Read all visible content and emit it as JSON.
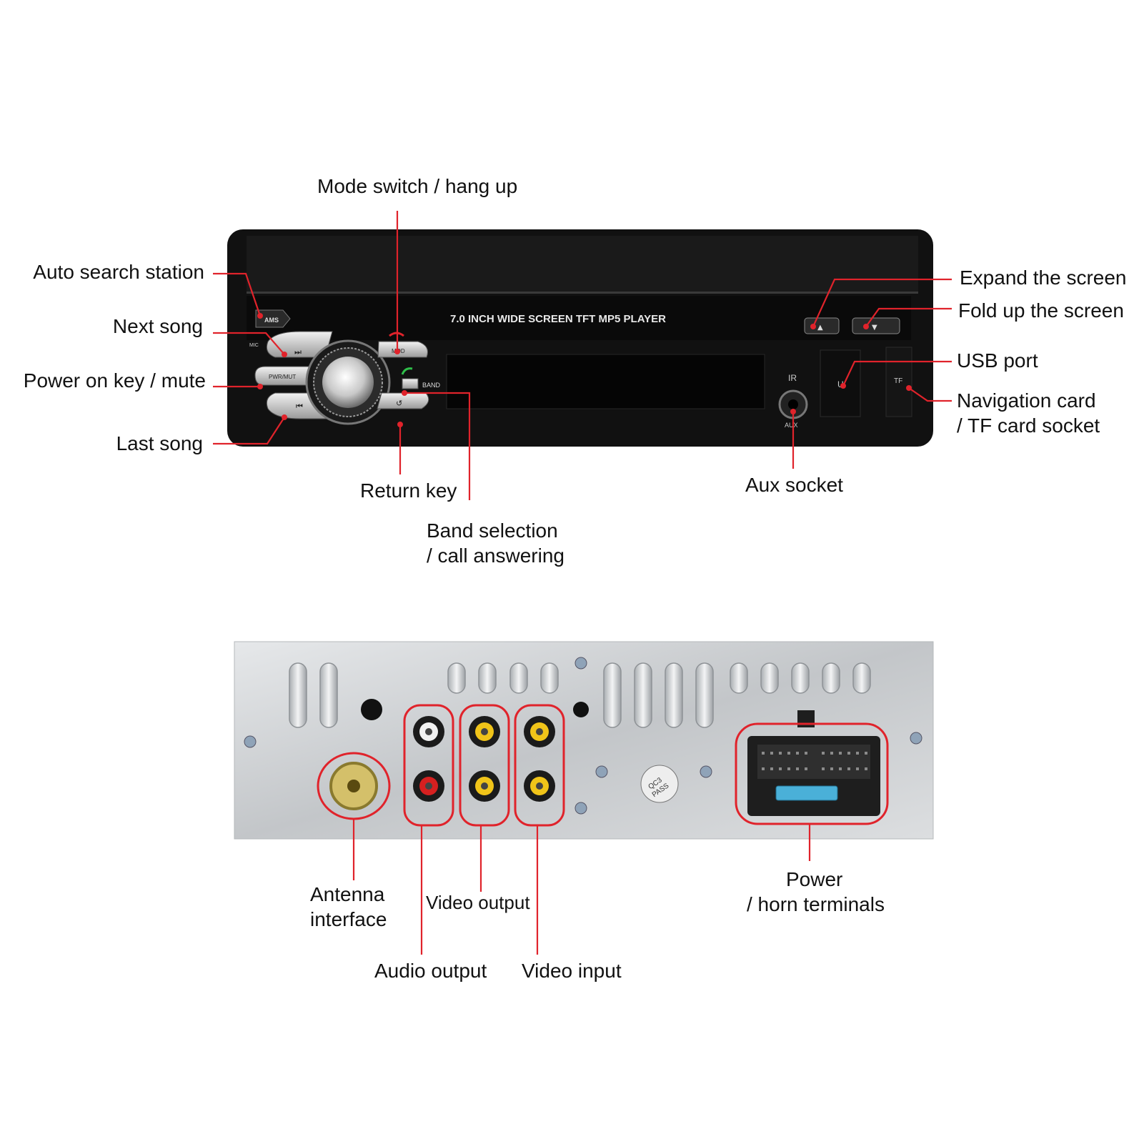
{
  "colors": {
    "leader": "#e0232b",
    "panel_black": "#0d0d0d",
    "metal": "#c9cccf",
    "rca_white": "#f2f2f2",
    "rca_red": "#d62020",
    "rca_yellow": "#f0c419"
  },
  "front_panel": {
    "title": "7.0 INCH WIDE SCREEN TFT  MP5  PLAYER",
    "buttons": {
      "ams": "AMS",
      "pwr_mut": "PWR/MUT",
      "band": "BAND",
      "mic": "MIC",
      "ir": "IR",
      "aux": "AUX",
      "tf": "TF",
      "usb": "U",
      "next": "⏭",
      "prev": "⏮",
      "mode": "MOD",
      "up": "▲",
      "down": "▼"
    },
    "labels": {
      "mode_switch": "Mode switch / hang up",
      "auto_search": "Auto search station",
      "next_song": "Next song",
      "power_mute": "Power on key / mute",
      "last_song": "Last song",
      "return_key": "Return key",
      "band_selection": [
        "Band selection",
        "/ call answering"
      ],
      "expand_screen": "Expand the screen",
      "fold_screen": "Fold up the screen",
      "usb_port": "USB port",
      "navigation_card": [
        "Navigation card",
        "/ TF card socket"
      ],
      "aux_socket": "Aux socket"
    }
  },
  "rear_panel": {
    "sticker": [
      "QC3",
      "PASS"
    ],
    "labels": {
      "antenna": [
        "Antenna",
        "interface"
      ],
      "video_output": "Video output",
      "audio_output": "Audio output",
      "video_input": "Video input",
      "power_horn": [
        "Power",
        "/ horn terminals"
      ]
    }
  }
}
